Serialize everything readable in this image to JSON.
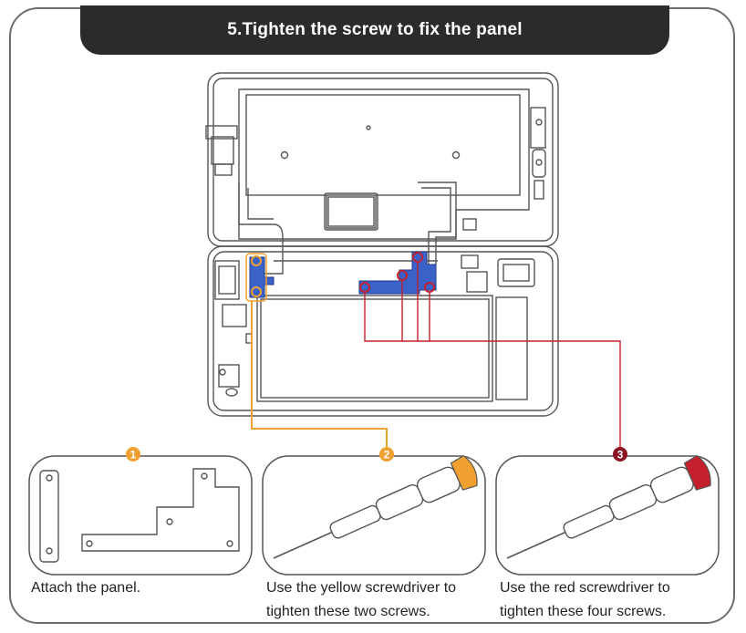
{
  "title": "5.Tighten the screw to fix the panel",
  "steps": [
    {
      "number": "1",
      "caption_line1": "Attach the panel.",
      "caption_line2": ""
    },
    {
      "number": "2",
      "caption_line1": "Use the yellow screwdriver to",
      "caption_line2": "tighten these two screws."
    },
    {
      "number": "3",
      "caption_line1": "Use the red screwdriver to",
      "caption_line2": "tighten these four screws."
    }
  ],
  "colors": {
    "yellow_screwdriver": "#f0a030",
    "red_screwdriver": "#c4202e",
    "panel_blue": "#3a62c8",
    "banner": "#2b2b2b",
    "line_art": "#555555"
  },
  "icons": [
    "phone-housing",
    "phone-back-shell",
    "shield-panel",
    "screwdriver-yellow",
    "screwdriver-red"
  ]
}
